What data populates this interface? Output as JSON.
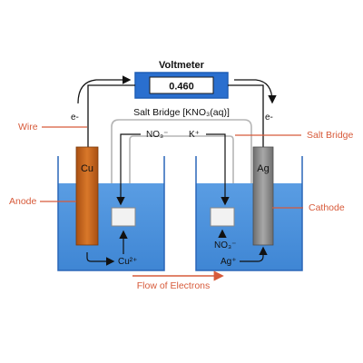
{
  "title": "Voltmeter",
  "voltmeter": {
    "reading": "0.460"
  },
  "salt_bridge": {
    "label": "Salt Bridge [KNO₃(aq)]",
    "callout": "Salt Bridge"
  },
  "labels": {
    "wire": "Wire",
    "anode": "Anode",
    "cathode": "Cathode",
    "flow": "Flow of Electrons",
    "electron_left": "e-",
    "electron_right": "e-"
  },
  "electrodes": {
    "left": "Cu",
    "right": "Ag"
  },
  "ions": {
    "bridge_left": "NO₃⁻",
    "bridge_right": "K⁺",
    "left_solution": "Cu²⁺",
    "right_bridge_out": "NO₃⁻",
    "right_solution": "Ag⁺"
  },
  "colors": {
    "solution": "#4a8fd9",
    "solution_dark": "#2f70c2",
    "copper": "#c8671e",
    "silver": "#8c8c8c",
    "callout_line": "#d75a3a",
    "voltmeter_frame": "#1f5fb5",
    "beaker_outline": "#2a66b8"
  }
}
